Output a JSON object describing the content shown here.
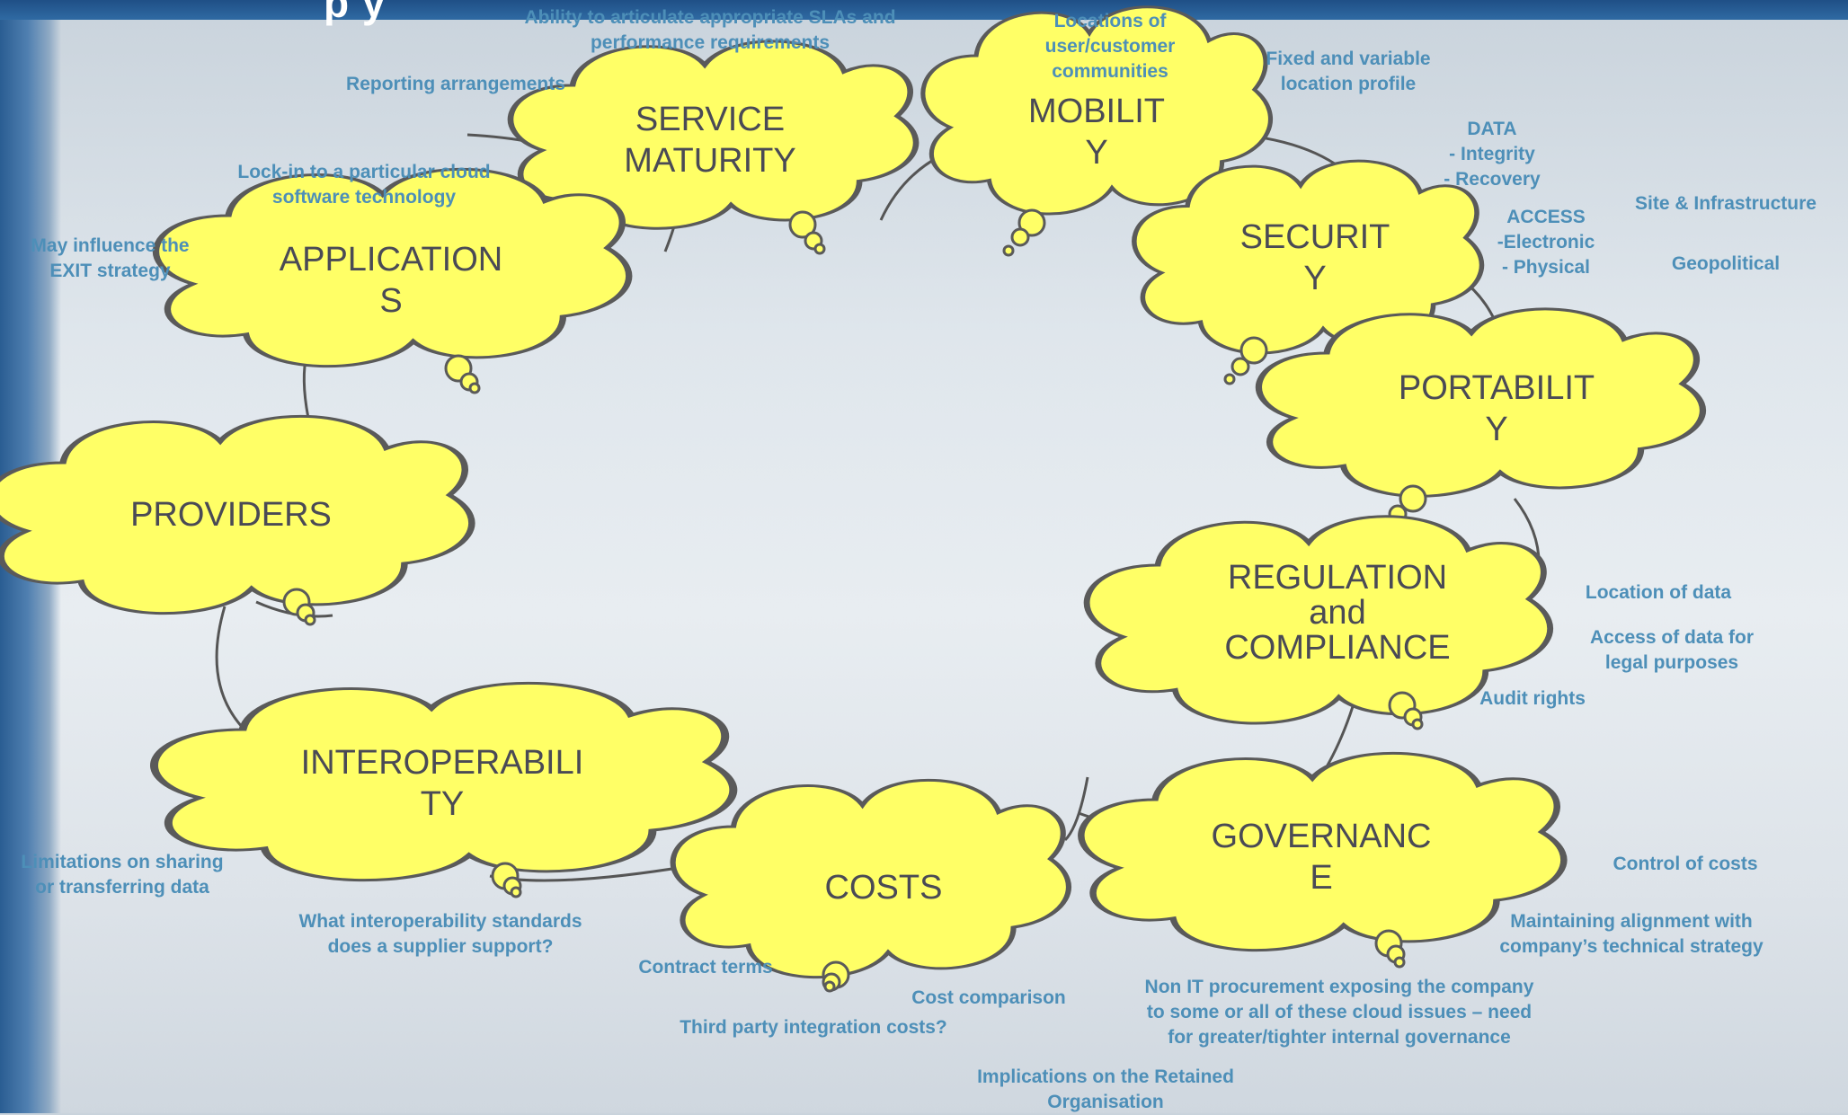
{
  "title_fragment": "p y",
  "clouds": {
    "service_maturity": [
      "SERVICE",
      "MATURITY"
    ],
    "mobility": [
      "MOBILIT",
      "Y"
    ],
    "security": [
      "SECURIT",
      "Y"
    ],
    "portability": [
      "PORTABILIT",
      "Y"
    ],
    "applications": [
      "APPLICATION",
      "S"
    ],
    "providers": [
      "PROVIDERS"
    ],
    "regulation": [
      "REGULATION",
      "and",
      "COMPLIANCE"
    ],
    "interoperability": [
      "INTEROPERABILI",
      "TY"
    ],
    "costs": [
      "COSTS"
    ],
    "governance": [
      "GOVERNANC",
      "E"
    ]
  },
  "notes": {
    "slas": [
      "Ability to articulate appropriate SLAs and",
      "performance requirements"
    ],
    "reporting": [
      "Reporting arrangements"
    ],
    "locations": [
      "Locations of",
      "user/customer",
      "communities"
    ],
    "fixed_variable": [
      "Fixed and variable",
      "location profile"
    ],
    "data": [
      "DATA",
      "- Integrity",
      "- Recovery"
    ],
    "access": [
      "ACCESS",
      "-Electronic",
      "- Physical"
    ],
    "site_infra": [
      "Site & Infrastructure"
    ],
    "geopolitical": [
      "Geopolitical"
    ],
    "lockin": [
      "Lock-in to a particular cloud",
      "software technology"
    ],
    "exit": [
      "May influence the",
      "EXIT strategy"
    ],
    "location_data": [
      "Location of data"
    ],
    "access_legal": [
      "Access of data for",
      "legal purposes"
    ],
    "audit": [
      "Audit rights"
    ],
    "limitations": [
      "Limitations on sharing",
      "or transferring data"
    ],
    "standards": [
      "What interoperability standards",
      "does a supplier support?"
    ],
    "contract": [
      "Contract terms"
    ],
    "cost_comparison": [
      "Cost comparison"
    ],
    "third_party": [
      "Third party integration costs?"
    ],
    "control_costs": [
      "Control of costs"
    ],
    "alignment": [
      "Maintaining alignment with",
      "company’s technical strategy"
    ],
    "non_it": [
      "Non IT procurement exposing the company",
      "to some or all of these cloud issues – need",
      "for greater/tighter internal governance"
    ],
    "retained": [
      "Implications on the Retained",
      "Organisation"
    ]
  },
  "colors": {
    "cloud_fill": "#ffff66",
    "cloud_stroke": "#5a5a5a",
    "note_text": "#4d8fb8",
    "cloud_text": "#4a4a55"
  }
}
